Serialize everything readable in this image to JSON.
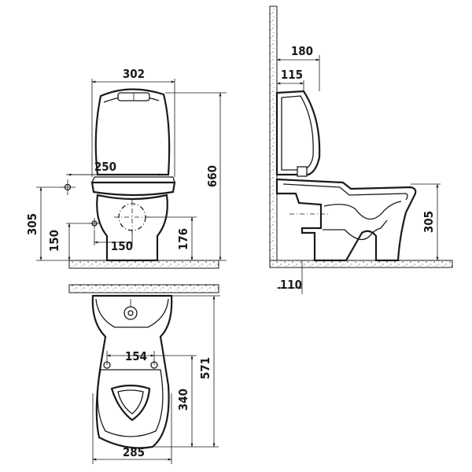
{
  "front_view": {
    "width_label": "302",
    "height_label": "660",
    "inlet_spacing_label": "250",
    "inlet_height_label": "305",
    "side_inlet_label": "150",
    "outlet_label": "150",
    "outlet_height_label": "176"
  },
  "side_view": {
    "depth_label": "180",
    "tank_offset_label": "115",
    "outlet_height_label": "305",
    "wall_distance_label": "110"
  },
  "top_view": {
    "bolt_spacing_label": "154",
    "bowl_length_label": "340",
    "total_length_label": "571",
    "width_label": "285"
  }
}
